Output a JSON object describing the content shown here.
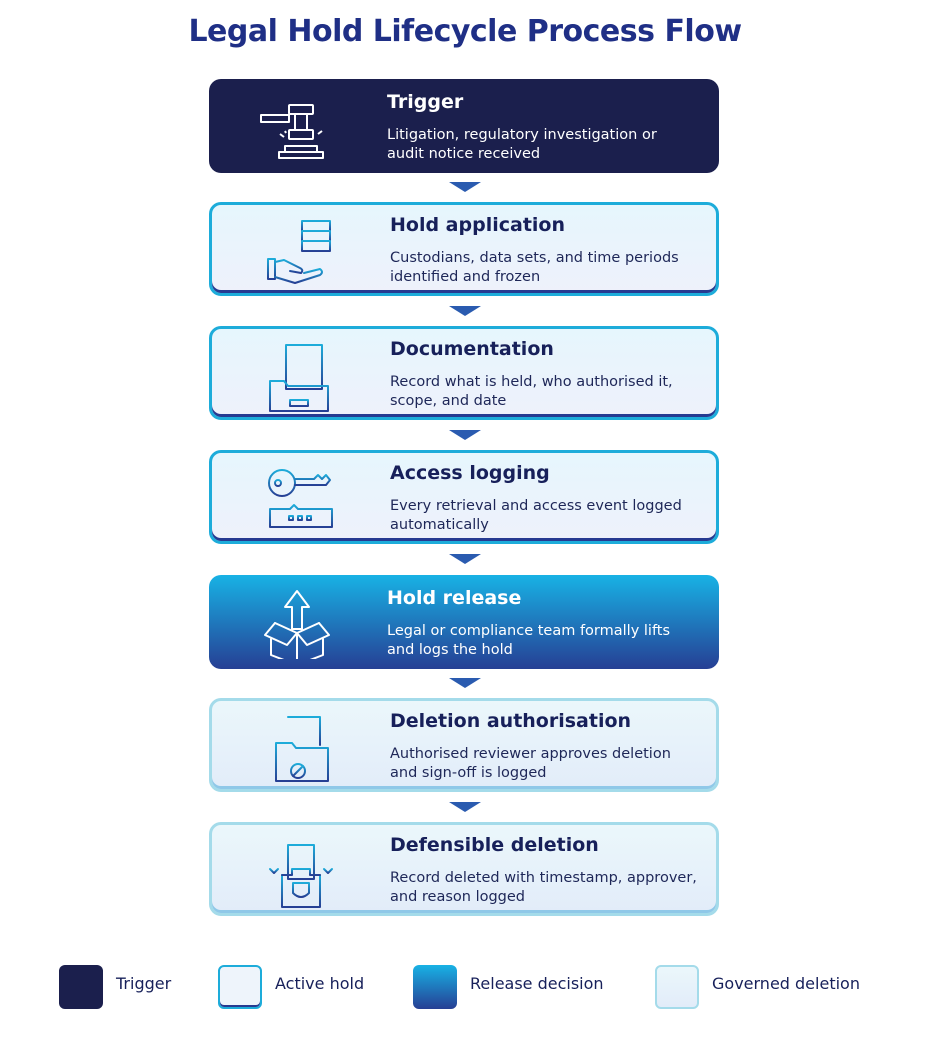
{
  "title": "Legal Hold Lifecycle Process Flow",
  "steps": [
    {
      "title": "Trigger",
      "description": "Litigation, regulatory investigation or audit notice received",
      "icon": "gavel-icon",
      "category": "trigger"
    },
    {
      "title": "Hold application",
      "description": "Custodians, data sets, and time periods identified and frozen",
      "icon": "hand-holding-server-icon",
      "category": "active"
    },
    {
      "title": "Documentation",
      "description": "Record what is held, who authorised it, scope, and date",
      "icon": "document-folder-icon",
      "category": "active"
    },
    {
      "title": "Access logging",
      "description": "Every retrieval and access event logged automatically",
      "icon": "key-password-icon",
      "category": "active"
    },
    {
      "title": "Hold release",
      "description": "Legal or compliance team formally lifts and logs the hold",
      "icon": "box-arrow-up-icon",
      "category": "release"
    },
    {
      "title": "Deletion authorisation",
      "description": "Authorised reviewer approves deletion and sign-off is logged",
      "icon": "folder-delete-approval-icon",
      "category": "governed"
    },
    {
      "title": "Defensible deletion",
      "description": "Record deleted with timestamp, approver, and reason logged",
      "icon": "document-shield-icon",
      "category": "governed"
    }
  ],
  "legend": [
    {
      "label": "Trigger",
      "category": "trigger",
      "color": "#1b1f4d"
    },
    {
      "label": "Active hold",
      "category": "active",
      "color": "#1dacda"
    },
    {
      "label": "Release decision",
      "category": "release",
      "color": "#18b2e5"
    },
    {
      "label": "Governed deletion",
      "category": "governed",
      "color": "#a4dbea"
    }
  ],
  "colors": {
    "title": "#1f2f86",
    "navy": "#1b1f4d",
    "cyan": "#1dacda",
    "blue": "#263f94",
    "arrow": "#2a5bb0"
  }
}
